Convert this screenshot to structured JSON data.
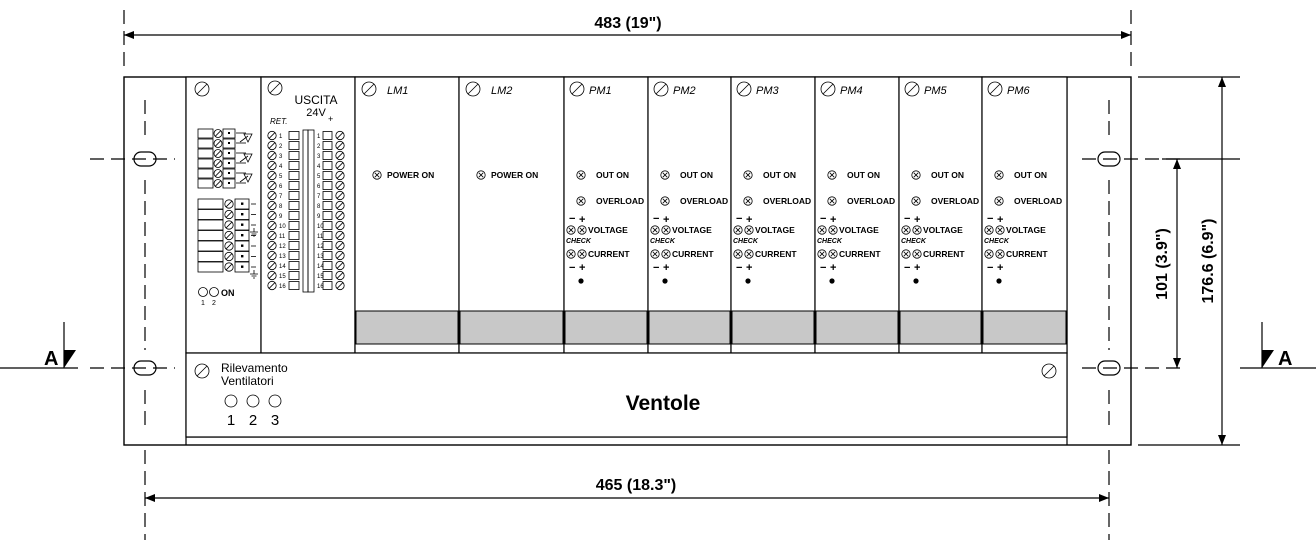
{
  "dimensions": {
    "top_width": "483 (19\")",
    "bottom_width": "465 (18.3\")",
    "height_inner": "101 (3.9\")",
    "height_total": "176.6 (6.9\")"
  },
  "section_marks": {
    "left": "A",
    "right": "A"
  },
  "relay_module": {
    "on_label": "ON",
    "led1": "1",
    "led2": "2"
  },
  "output_module": {
    "title": "USCITA",
    "voltage": "24V",
    "ret": "RET.",
    "plus": "+",
    "terminals": [
      "1",
      "2",
      "3",
      "4",
      "5",
      "6",
      "7",
      "8",
      "9",
      "10",
      "11",
      "12",
      "13",
      "14",
      "15",
      "16"
    ]
  },
  "lm_modules": [
    {
      "name": "LM1",
      "led": "POWER ON"
    },
    {
      "name": "LM2",
      "led": "POWER ON"
    }
  ],
  "pm_modules": [
    {
      "name": "PM1"
    },
    {
      "name": "PM2"
    },
    {
      "name": "PM3"
    },
    {
      "name": "PM4"
    },
    {
      "name": "PM5"
    },
    {
      "name": "PM6"
    }
  ],
  "pm_labels": {
    "out_on": "OUT ON",
    "overload": "OVERLOAD",
    "voltage": "VOLTAGE",
    "check": "CHECK",
    "current": "CURRENT",
    "minus": "−",
    "plus": "+"
  },
  "fan_panel": {
    "line1": "Rilevamento",
    "line2": "Ventilatori",
    "leds": [
      "1",
      "2",
      "3"
    ],
    "title": "Ventole"
  }
}
